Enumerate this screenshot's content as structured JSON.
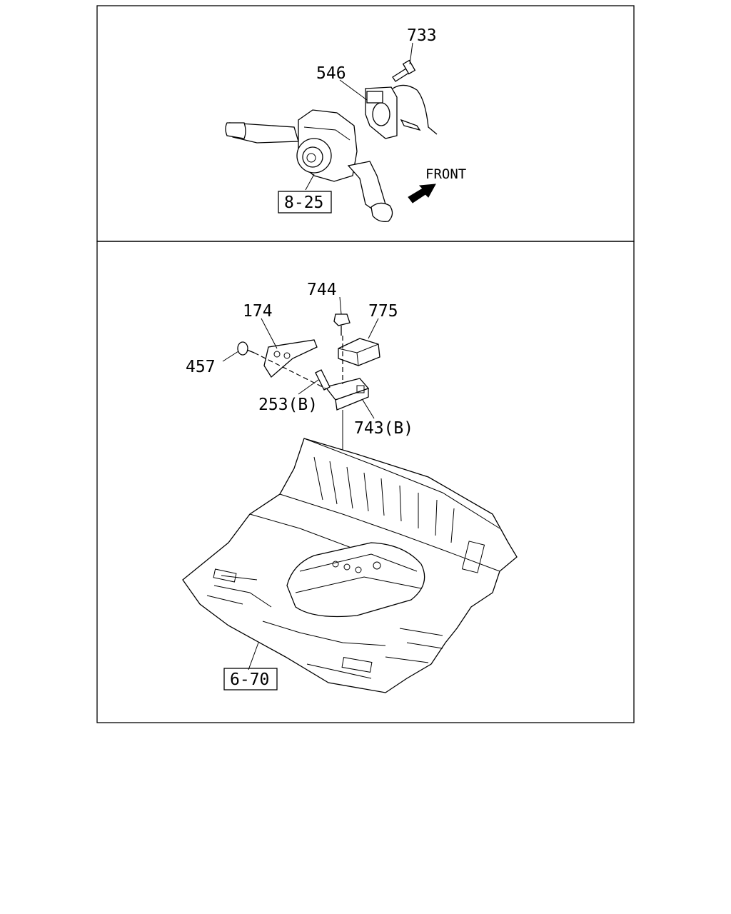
{
  "panels": {
    "top": {
      "callouts": {
        "p733": "733",
        "p546": "546",
        "front": "FRONT",
        "ref_825": "8-25"
      }
    },
    "bottom": {
      "callouts": {
        "p744": "744",
        "p174": "174",
        "p775": "775",
        "p457": "457",
        "p253b": "253(B)",
        "p743b": "743(B)",
        "ref_670": "6-70"
      }
    }
  }
}
